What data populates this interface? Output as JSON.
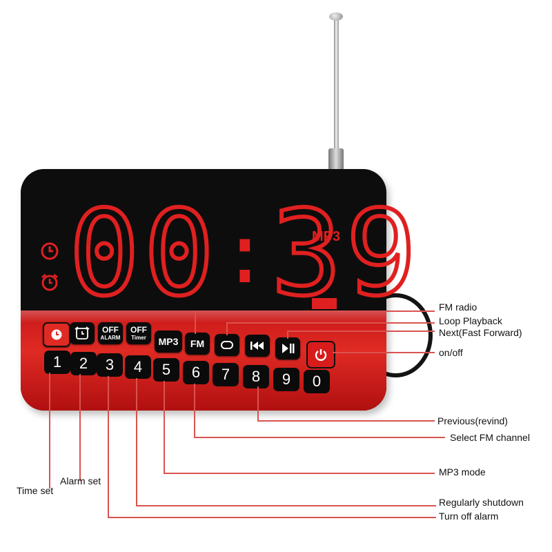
{
  "display": {
    "digits": [
      "0",
      "0",
      "3",
      "9"
    ],
    "colon": ":",
    "mode_indicator": "MP3"
  },
  "top_buttons": [
    {
      "name": "time-set-button",
      "icon": "clock-icon"
    },
    {
      "name": "alarm-set-button",
      "icon": "alarm-clock-icon"
    },
    {
      "name": "off-alarm-button",
      "line1": "OFF",
      "line2": "ALARM"
    },
    {
      "name": "off-timer-button",
      "line1": "OFF",
      "line2": "Timer"
    },
    {
      "name": "mp3-button",
      "label": "MP3"
    },
    {
      "name": "fm-button",
      "label": "FM"
    },
    {
      "name": "loop-button",
      "icon": "loop-icon"
    },
    {
      "name": "previous-button",
      "icon": "rewind-icon"
    },
    {
      "name": "next-button",
      "icon": "play-pause-icon"
    }
  ],
  "number_keys": [
    "1",
    "2",
    "3",
    "4",
    "5",
    "6",
    "7",
    "8",
    "9",
    "0"
  ],
  "callouts": {
    "fm_radio": "FM radio",
    "loop_playback": "Loop Playback",
    "next": "Next(Fast Forward)",
    "on_off": "on/off",
    "previous": "Previous(revind)",
    "select_fm": "Select FM channel",
    "mp3_mode": "MP3 mode",
    "regular_shutdown": "Regularly shutdown",
    "turn_off_alarm": "Turn off alarm",
    "time_set": "Time set",
    "alarm_set": "Alarm set"
  },
  "colors": {
    "led_red": "#e02020",
    "body_red": "#d42020",
    "callout_line": "#d9534f"
  }
}
